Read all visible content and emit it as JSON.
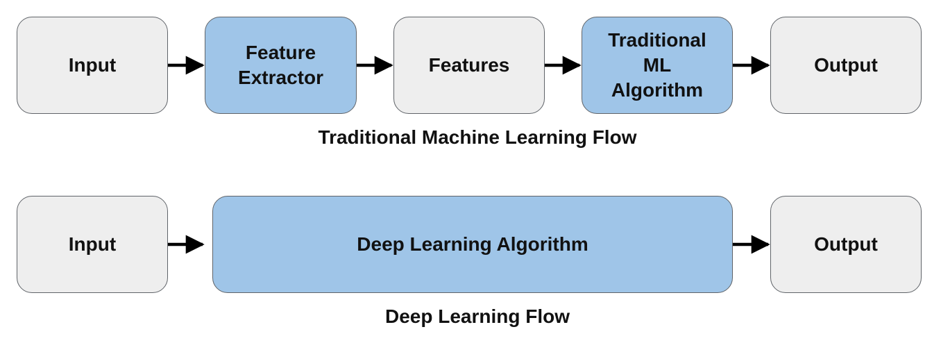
{
  "traditional_flow": {
    "nodes": [
      {
        "label": "Input",
        "style": "gray"
      },
      {
        "label": "Feature\nExtractor",
        "style": "blue"
      },
      {
        "label": "Features",
        "style": "gray"
      },
      {
        "label": "Traditional\nML\nAlgorithm",
        "style": "blue"
      },
      {
        "label": "Output",
        "style": "gray"
      }
    ],
    "caption": "Traditional Machine Learning Flow"
  },
  "deep_flow": {
    "nodes": [
      {
        "label": "Input",
        "style": "gray"
      },
      {
        "label": "Deep Learning Algorithm",
        "style": "blue"
      },
      {
        "label": "Output",
        "style": "gray"
      }
    ],
    "caption": "Deep Learning Flow"
  },
  "colors": {
    "gray_fill": "#eeeeee",
    "blue_fill": "#9fc5e8",
    "border": "#5f6368",
    "arrow": "#000000"
  }
}
